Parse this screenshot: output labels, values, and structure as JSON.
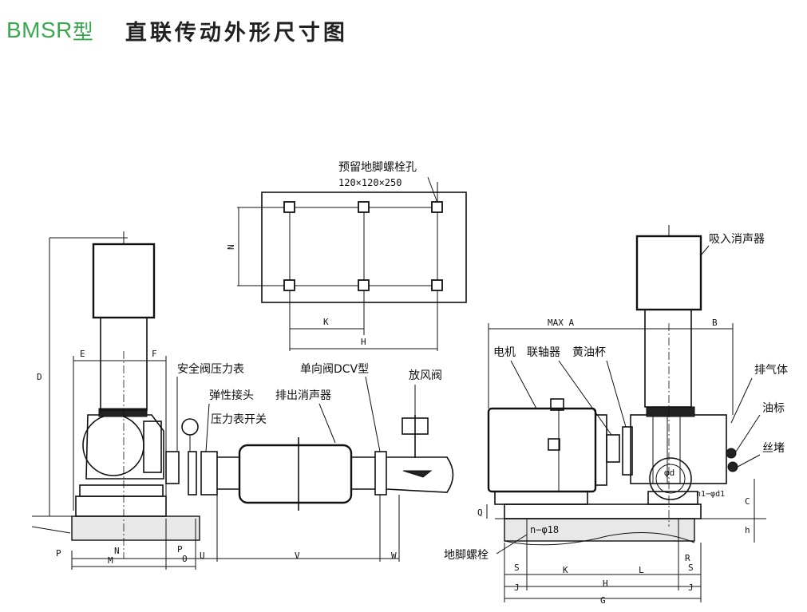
{
  "title": {
    "model": "BMSR",
    "model_type": "型",
    "text": "直联传动外形尺寸图"
  },
  "plan_view": {
    "label": "预留地脚螺栓孔",
    "size": "120×120×250",
    "dim_n": "N",
    "dim_k": "K",
    "dim_h": "H"
  },
  "side_view": {
    "valve": "安全阀压力表",
    "joint": "弹性接头",
    "silencer": "排出消声器",
    "switch": "压力表开关",
    "check_valve": "单向阀DCV型",
    "vent_valve": "放风阀",
    "dims": {
      "D": "D",
      "E": "E",
      "F": "F",
      "P": "P",
      "N": "N",
      "M": "M",
      "O": "O",
      "U": "U",
      "V": "V",
      "W": "W"
    }
  },
  "front_view": {
    "inlet_silencer": "吸入消声器",
    "motor": "电机",
    "coupling": "联轴器",
    "grease_cup": "黄油杯",
    "exhaust": "排气体",
    "oil_gauge": "油标",
    "plug": "丝堵",
    "anchor_bolt": "地脚螺栓",
    "bolt_spec": "n−φ18",
    "dims": {
      "MAXA": "MAX A",
      "B": "B",
      "C": "C",
      "Q": "Q",
      "h": "h",
      "R": "R",
      "S": "S",
      "K": "K",
      "L": "L",
      "H": "H",
      "J": "J",
      "G": "G",
      "phid": "φd",
      "flange": "n1−φd1"
    }
  }
}
